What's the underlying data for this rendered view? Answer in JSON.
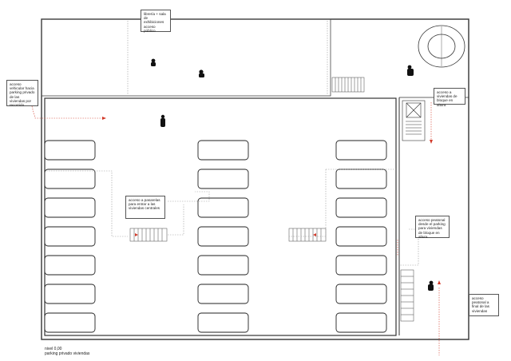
{
  "annotations": {
    "library": "librería + sala de exhibiciones acceso público",
    "vehicle_access": "acceso vehicular hacia parking privado de las viviendas por recorrido",
    "block_access": "acceso a viviendas de bloque en altura",
    "passage_access": "acceso a pasarelas para entrar a las viviendas centrales",
    "pedestrian_parking": "acceso peatonal desde el parking para viviendas de bloque en altura",
    "pedestrian_final": "acceso peatonal a final de las viviendas"
  },
  "caption": {
    "level": "nivel 0,00",
    "title": "parking privado viviendas"
  },
  "colors": {
    "wall": "#333333",
    "dotted_red": "#d23a2a",
    "dotted_grey": "#999999"
  }
}
